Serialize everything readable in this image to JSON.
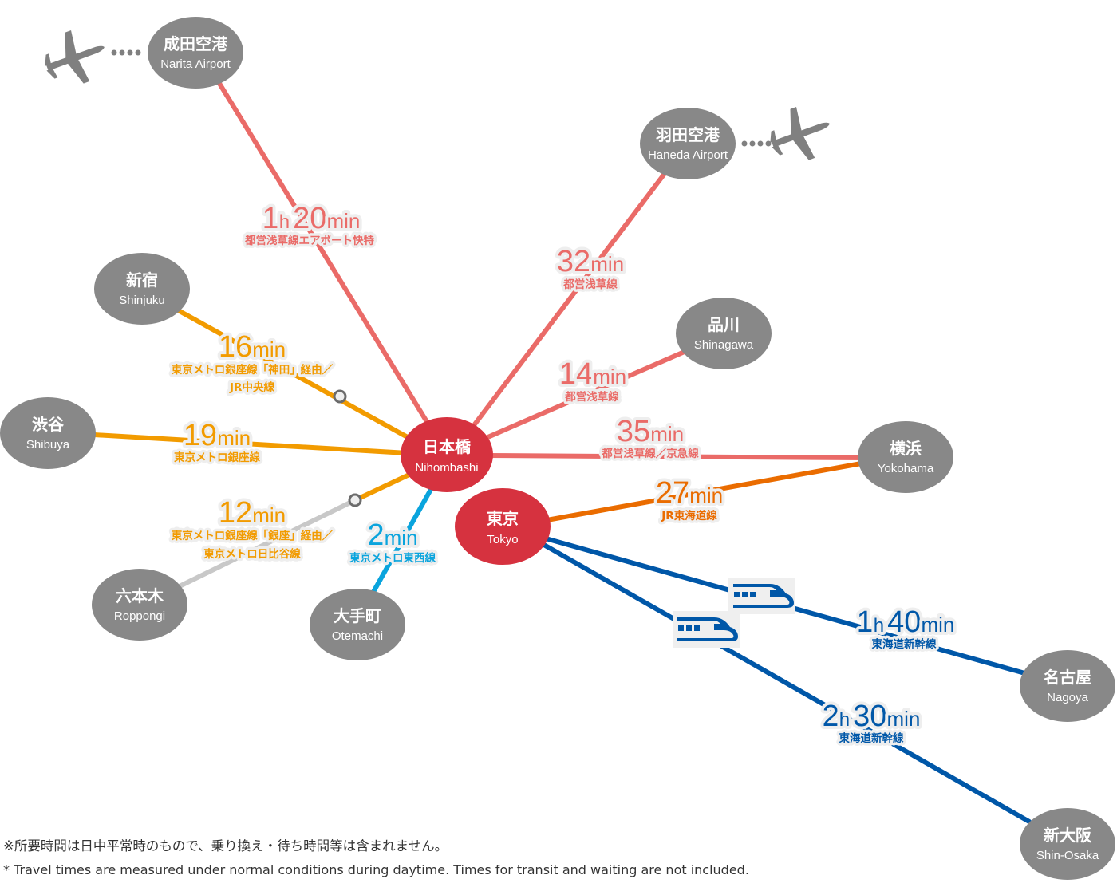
{
  "colors": {
    "asakusa": "#ea6b68",
    "ginza": "#f29b00",
    "tokaido": "#ea6c00",
    "tozai": "#0aa4dd",
    "hibiya": "#c8c8c8",
    "shinkansen": "#0057a8",
    "hub": "#d6323f",
    "station": "#888888",
    "plane": "#808080",
    "transfer_ring": "#6b6b6b"
  },
  "stations": {
    "nihombashi": {
      "jp": "日本橋",
      "en": "Nihombashi"
    },
    "tokyo": {
      "jp": "東京",
      "en": "Tokyo"
    },
    "narita": {
      "jp": "成田空港",
      "en": "Narita Airport"
    },
    "haneda": {
      "jp": "羽田空港",
      "en": "Haneda Airport"
    },
    "shinjuku": {
      "jp": "新宿",
      "en": "Shinjuku"
    },
    "shibuya": {
      "jp": "渋谷",
      "en": "Shibuya"
    },
    "roppongi": {
      "jp": "六本木",
      "en": "Roppongi"
    },
    "otemachi": {
      "jp": "大手町",
      "en": "Otemachi"
    },
    "shinagawa": {
      "jp": "品川",
      "en": "Shinagawa"
    },
    "yokohama": {
      "jp": "横浜",
      "en": "Yokohama"
    },
    "nagoya": {
      "jp": "名古屋",
      "en": "Nagoya"
    },
    "shinosaka": {
      "jp": "新大阪",
      "en": "Shin-Osaka"
    }
  },
  "routes": {
    "narita": {
      "hours": "1",
      "h": "h",
      "mins": "20",
      "unit": "min",
      "line": "都営浅草線エアポート快特"
    },
    "haneda": {
      "mins": "32",
      "unit": "min",
      "line": "都営浅草線"
    },
    "shinagawa": {
      "mins": "14",
      "unit": "min",
      "line": "都営浅草線"
    },
    "yokohama_asakusa": {
      "mins": "35",
      "unit": "min",
      "line": "都営浅草線／京急線"
    },
    "yokohama_jr": {
      "mins": "27",
      "unit": "min",
      "line": "JR東海道線"
    },
    "shinjuku": {
      "mins": "16",
      "unit": "min",
      "line1": "東京メトロ銀座線「神田」経由／",
      "line2": "JR中央線"
    },
    "shibuya": {
      "mins": "19",
      "unit": "min",
      "line": "東京メトロ銀座線"
    },
    "roppongi": {
      "mins": "12",
      "unit": "min",
      "line1": "東京メトロ銀座線「銀座」経由／",
      "line2": "東京メトロ日比谷線"
    },
    "otemachi": {
      "mins": "2",
      "unit": "min",
      "line": "東京メトロ東西線"
    },
    "nagoya": {
      "hours": "1",
      "h": "h",
      "mins": "40",
      "unit": "min",
      "line": "東海道新幹線"
    },
    "shinosaka": {
      "hours": "2",
      "h": "h",
      "mins": "30",
      "unit": "min",
      "line": "東海道新幹線"
    }
  },
  "icons": {
    "plane": "airplane-icon",
    "train": "shinkansen-train-icon",
    "transfer": "transfer-point-icon"
  },
  "notes": {
    "jp": "※所要時間は日中平常時のもので、乗り換え・待ち時間等は含まれません。",
    "en": "* Travel times are measured under normal conditions during daytime. Times for transit and waiting are not included."
  }
}
